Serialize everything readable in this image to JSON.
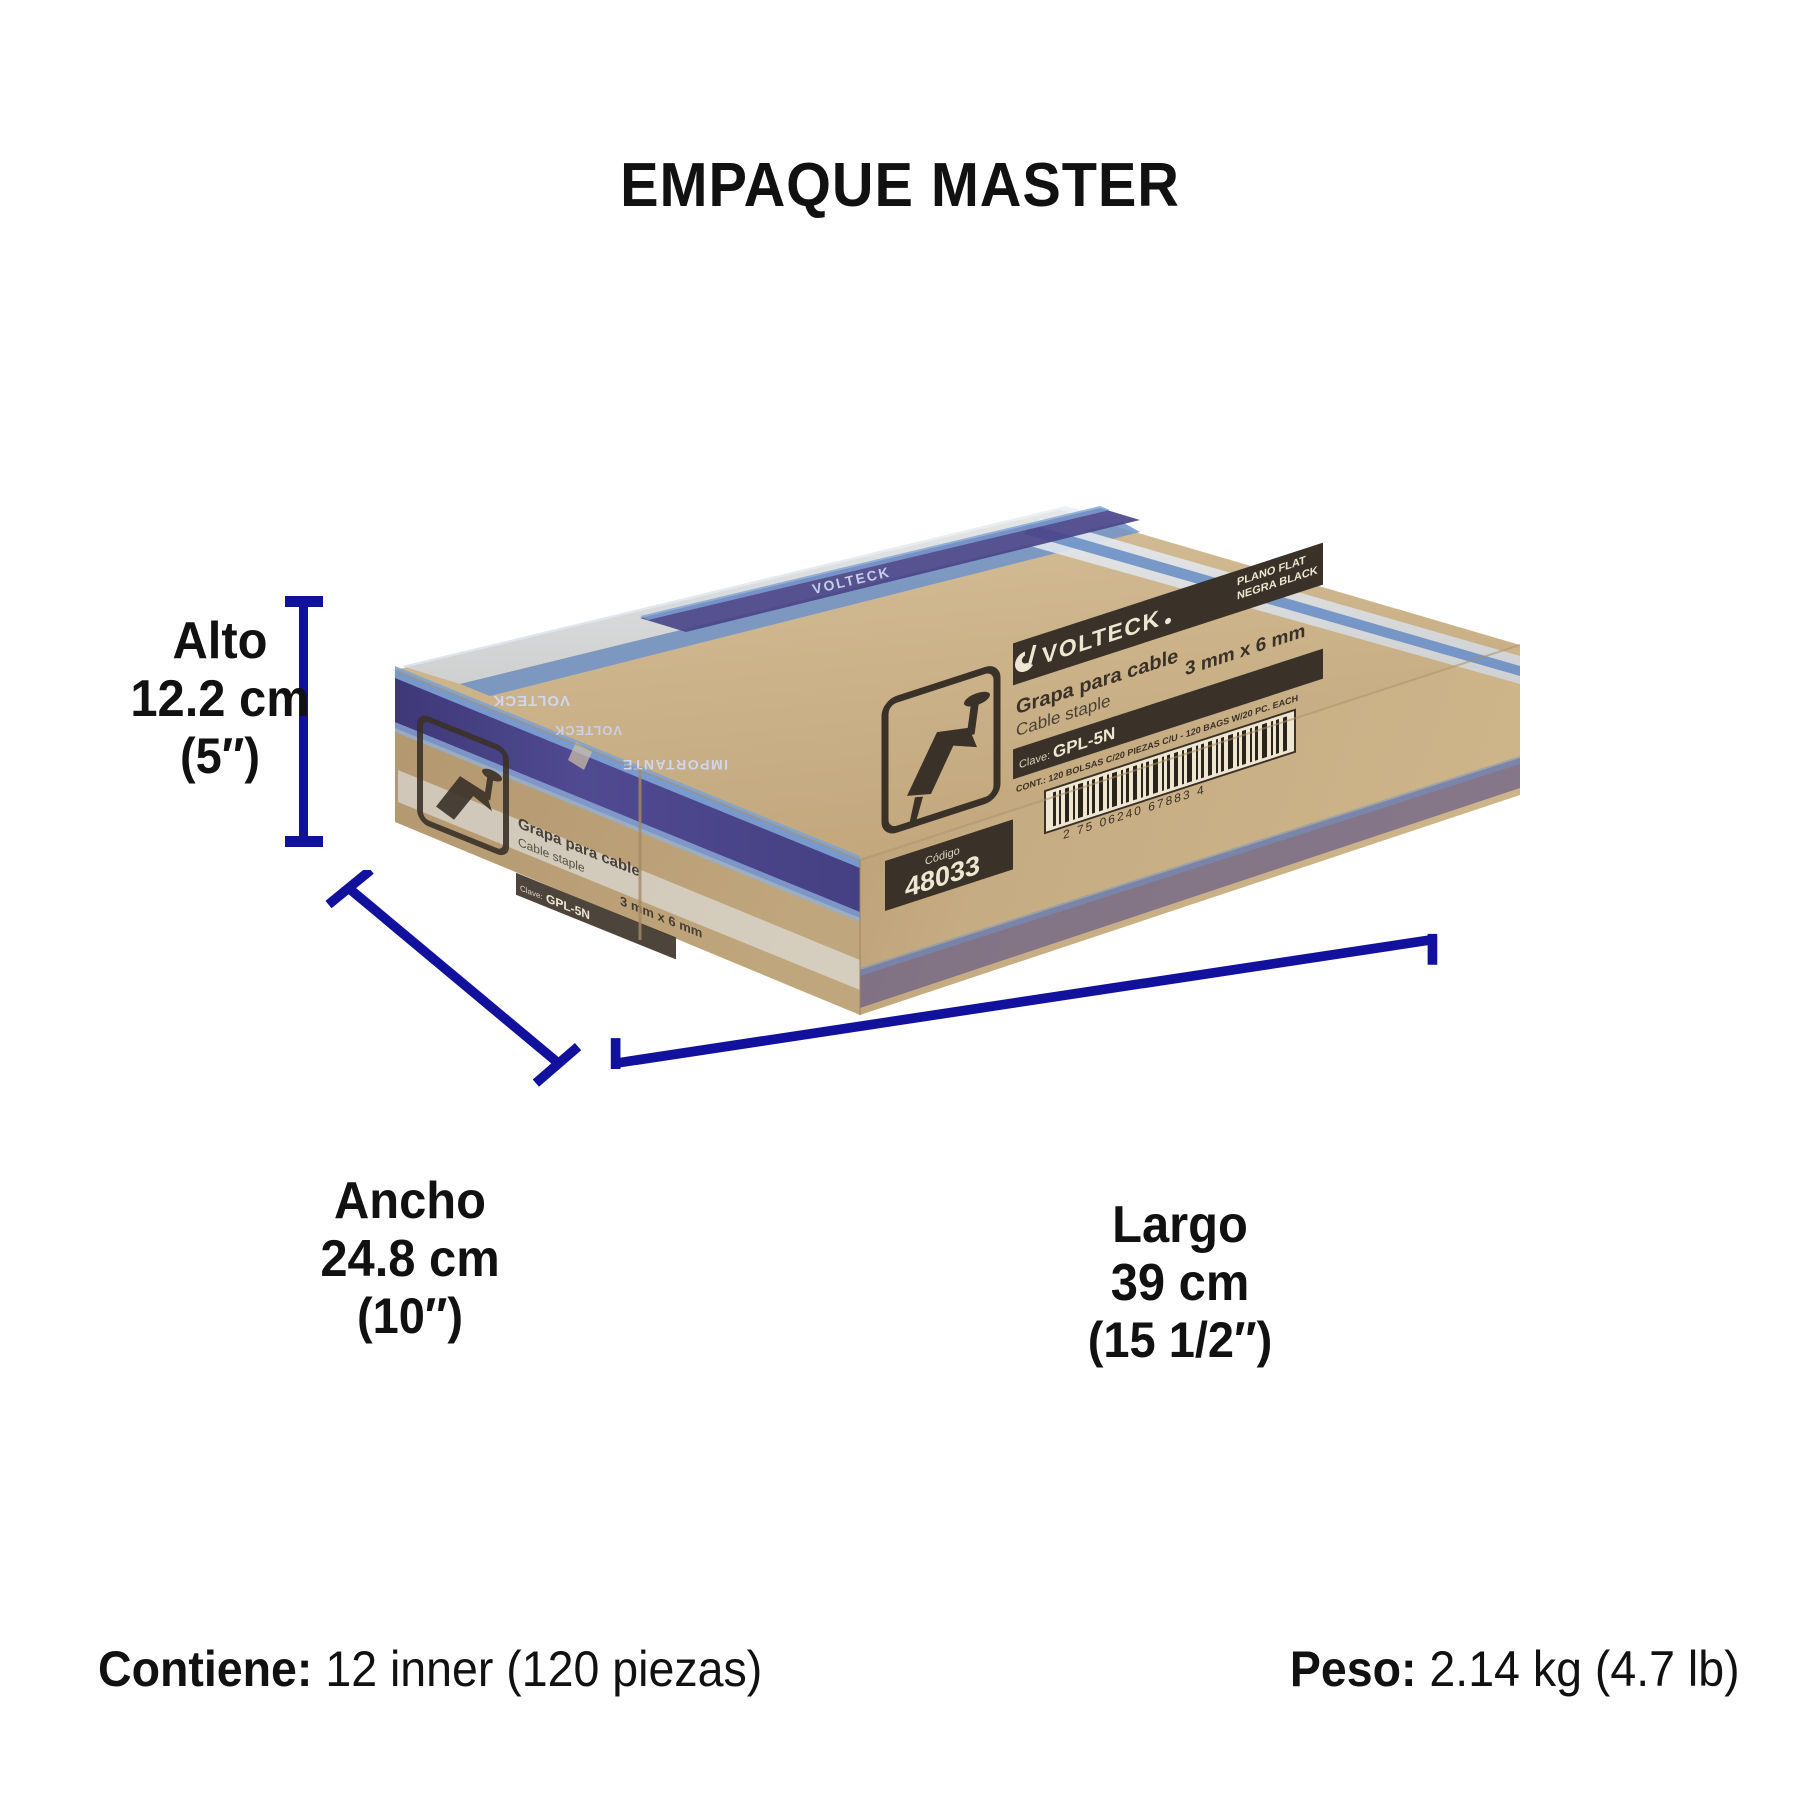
{
  "page": {
    "title": "EMPAQUE MASTER",
    "accent_blue": "#11119e",
    "background": "#ffffff"
  },
  "dimensions": {
    "height": {
      "name": "Alto",
      "metric": "12.2 cm",
      "imperial": "(5″)"
    },
    "width": {
      "name": "Ancho",
      "metric": "24.8 cm",
      "imperial": "(10″)"
    },
    "length": {
      "name": "Largo",
      "metric": "39 cm",
      "imperial": "(15 1/2″)"
    }
  },
  "footer": {
    "contents_key": "Contiene:",
    "contents_value": "12 inner (120 piezas)",
    "weight_key": "Peso:",
    "weight_value": "2.14 kg (4.7 lb)"
  },
  "carton": {
    "tape_text_brand": "VOLTECK",
    "tape_text_warning": "IMPORTANTE",
    "label": {
      "brand": "VOLTECK",
      "variant_line1": "PLANO FLAT",
      "variant_line2": "NEGRA BLACK",
      "product_es": "Grapa para cable",
      "product_en": "Cable staple",
      "size": "3 mm x 6 mm",
      "clave_key": "Clave:",
      "clave_value": "GPL-5N",
      "content_line": "CONT.: 120 BOLSAS C/20 PIEZAS C/U - 120 BAGS W/20 PC. EACH",
      "barcode_digits": "2  75 06240 67883  4",
      "codigo_key": "Código",
      "codigo_value": "48033"
    },
    "colors": {
      "cardboard_top": "#cdb48a",
      "cardboard_front": "#c2a87f",
      "cardboard_side": "#b79b73",
      "tape_purple": "#4b4585",
      "tape_blue": "#4f7fc4",
      "label_dark": "#3a3128"
    }
  }
}
